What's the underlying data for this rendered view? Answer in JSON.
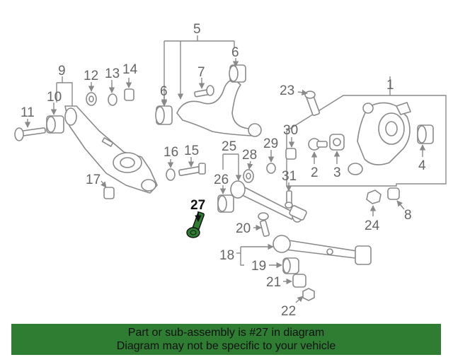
{
  "diagram": {
    "callouts": {
      "c1": "1",
      "c2": "2",
      "c3": "3",
      "c4": "4",
      "c5": "5",
      "c6a": "6",
      "c6b": "6",
      "c7": "7",
      "c8": "8",
      "c9": "9",
      "c10": "10",
      "c11": "11",
      "c12": "12",
      "c13": "13",
      "c14": "14",
      "c15": "15",
      "c16": "16",
      "c17": "17",
      "c18": "18",
      "c19": "19",
      "c20": "20",
      "c21": "21",
      "c22": "22",
      "c23": "23",
      "c24": "24",
      "c25": "25",
      "c26": "26",
      "c27": "27",
      "c28": "28",
      "c29": "29",
      "c30": "30",
      "c31": "31"
    },
    "highlight_color": "#2e7d32",
    "highlighted_part": "27"
  },
  "banner": {
    "line1": "Part or sub-assembly is #27 in diagram",
    "line2": "Diagram may not be specific to your vehicle",
    "background": "#2e7d32"
  }
}
